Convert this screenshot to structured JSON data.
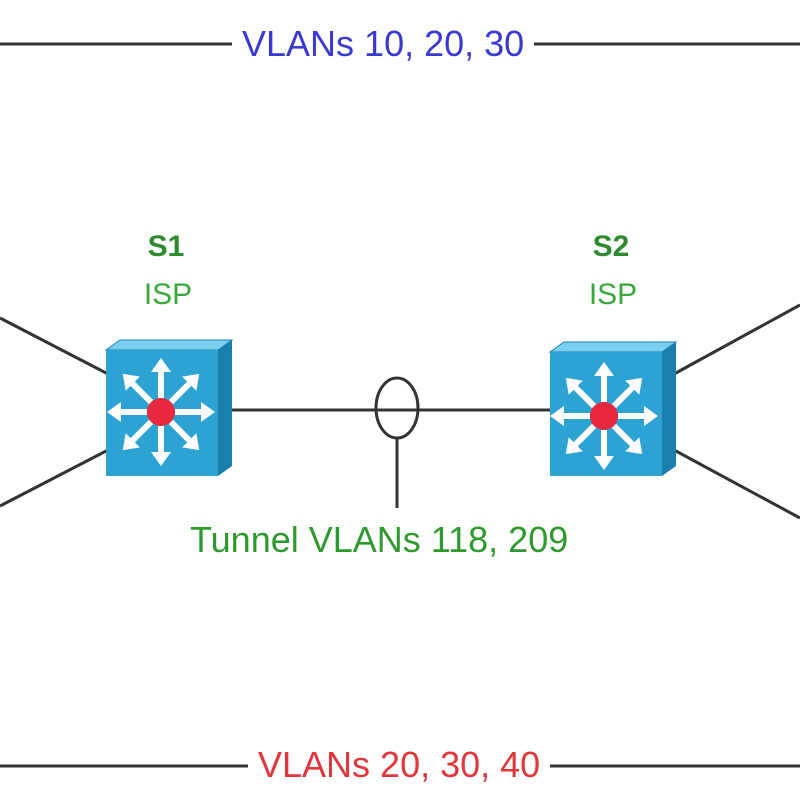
{
  "colors": {
    "top_vlan_text": "#3a3ad0",
    "bottom_vlan_text": "#e0363c",
    "switch_name": "#2e8a2e",
    "switch_role": "#3aa83a",
    "tunnel_text": "#2e9a2e",
    "switch_front": "#2da3d4",
    "switch_top": "#7cd0ef",
    "switch_side": "#1b7fae",
    "arrow": "#ffffff",
    "center_dot": "#e8283c",
    "line": "#333333"
  },
  "top_trunk": {
    "label": "VLANs 10, 20, 30"
  },
  "bottom_trunk": {
    "label": "VLANs 20, 30, 40"
  },
  "tunnel": {
    "label": "Tunnel VLANs 118, 209"
  },
  "switches": [
    {
      "name": "S1",
      "role": "ISP",
      "icon": "multilayer-switch-icon"
    },
    {
      "name": "S2",
      "role": "ISP",
      "icon": "multilayer-switch-icon"
    }
  ]
}
